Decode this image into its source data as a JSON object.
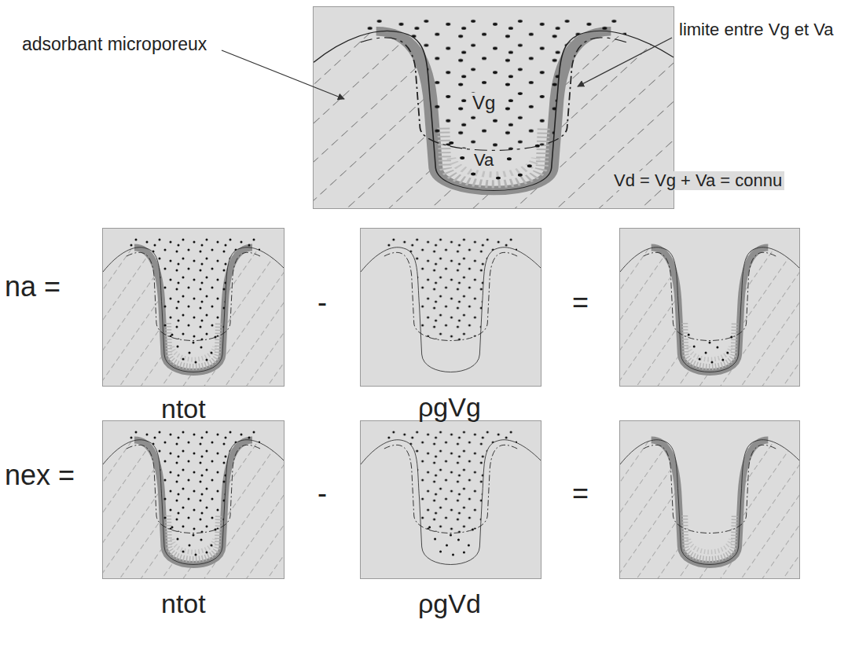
{
  "diagram": {
    "labels": [
      "adsorbant microporeux",
      "limite entre Vg et Va",
      "Vg",
      "Va",
      "Vd = Vg + Va = connu",
      "na =",
      "-",
      "=",
      "ntot",
      "ρgVg",
      "nex =",
      "-",
      "=",
      "ntot",
      "ρgVd"
    ]
  }
}
